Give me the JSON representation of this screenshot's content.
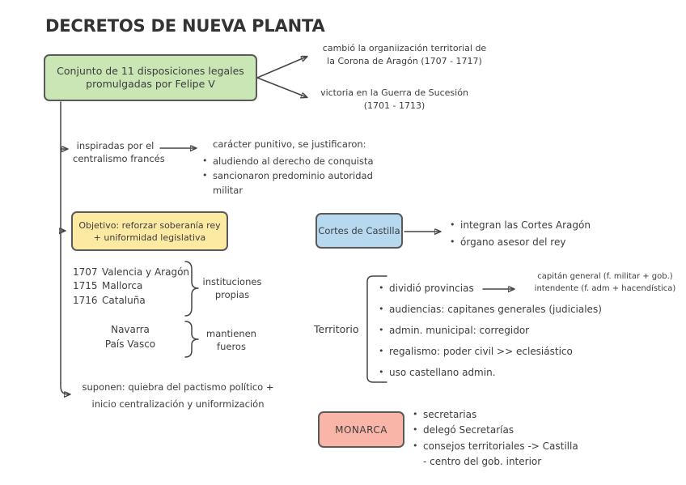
{
  "title": "DECRETOS DE NUEVA PLANTA",
  "glyphs": {
    "bullet": "•"
  },
  "colors": {
    "box_green": "#c9e6b4",
    "box_yellow": "#fce9a2",
    "box_blue": "#b6d9ef",
    "box_red": "#f8b5a8",
    "ink": "#3d3d3d",
    "line": "#454545"
  },
  "root_box": {
    "label": "Conjunto de 11 disposiciones legales\npromulgadas por Felipe V"
  },
  "outcomes": {
    "territorial": "cambió la organiización territorial de\nla Corona de Aragón (1707 - 1717)",
    "victory": "victoria en la Guerra de Sucesión\n(1701 - 1713)"
  },
  "inspiration": {
    "label": "inspiradas por el\ncentralismo francés",
    "heading": "carácter punitivo, se justificaron:",
    "bullets": [
      "aludiendo al derecho de conquista",
      "sancionaron predominio autoridad\nmilitar"
    ]
  },
  "objective_box": {
    "label": "Objetivo: reforzar soberanía rey\n+ uniformidad legislativa"
  },
  "decrees": {
    "rows": [
      {
        "year": "1707",
        "place": "Valencia y Aragón"
      },
      {
        "year": "1715",
        "place": "Mallorca"
      },
      {
        "year": "1716",
        "place": "Cataluña"
      }
    ],
    "brace_label": "instituciones\npropias"
  },
  "fueros": {
    "places": "Navarra\nPaís Vasco",
    "brace_label": "mantienen\nfueros"
  },
  "consequence": "suponen: quiebra del pactismo político +\ninicio centralización y uniformización",
  "cortes": {
    "box_label": "Cortes de Castilla",
    "bullets": [
      "integran las Cortes Aragón",
      "órgano asesor del rey"
    ]
  },
  "territorio": {
    "label": "Territorio",
    "bullets": [
      "dividió provincias",
      "audiencias: capitanes generales (judiciales)",
      "admin. municipal: corregidor",
      "regalismo: poder civil >> eclesiástico",
      "uso castellano admin."
    ],
    "provincias_detail": "capitán general (f. militar + gob.)\nintendente (f. adm + hacendística)"
  },
  "monarca": {
    "box_label": "MONARCA",
    "bullets": [
      "secretarias",
      "delegó Secretarías",
      "consejos territoriales -> Castilla"
    ],
    "sub_bullet": "- centro del gob. interior"
  }
}
